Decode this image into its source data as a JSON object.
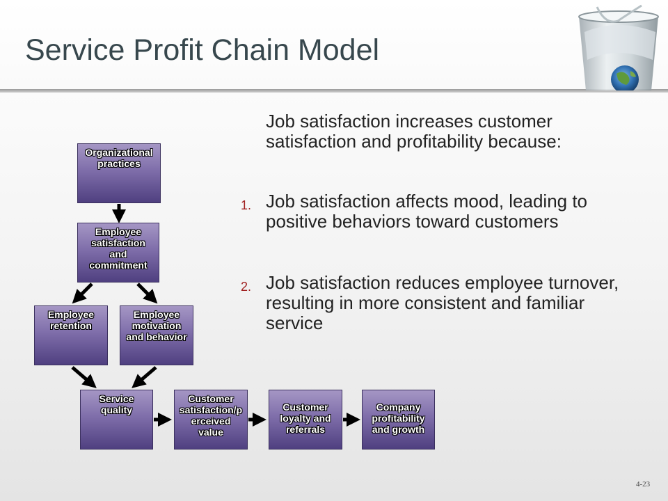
{
  "slide": {
    "title": "Service Profit Chain Model",
    "number": "4-23"
  },
  "body": {
    "intro": "Job satisfaction increases customer satisfaction and profitability because:",
    "points": [
      {
        "num": "1.",
        "text": "Job satisfaction affects mood, leading to positive behaviors toward customers"
      },
      {
        "num": "2.",
        "text": "Job satisfaction reduces employee turnover, resulting in more consistent and familiar service"
      }
    ]
  },
  "diagram": {
    "box_color": "#7f6eaa",
    "nodes": {
      "org": [
        "Organizational",
        "practices"
      ],
      "sat": [
        "Employee",
        "satisfaction",
        "and",
        "commitment"
      ],
      "ret": [
        "Employee",
        "retention"
      ],
      "mot": [
        "Employee",
        "motivation",
        "and behavior"
      ],
      "sq": [
        "Service",
        "quality"
      ],
      "csat": [
        "Customer",
        "satisfaction/p",
        "erceived",
        "value"
      ],
      "loy": [
        "Customer",
        "loyalty and",
        "referrals"
      ],
      "prof": [
        "Company",
        "profitability",
        "and growth"
      ]
    }
  },
  "icons": {
    "corner": "glass-of-water-globe-icon"
  }
}
